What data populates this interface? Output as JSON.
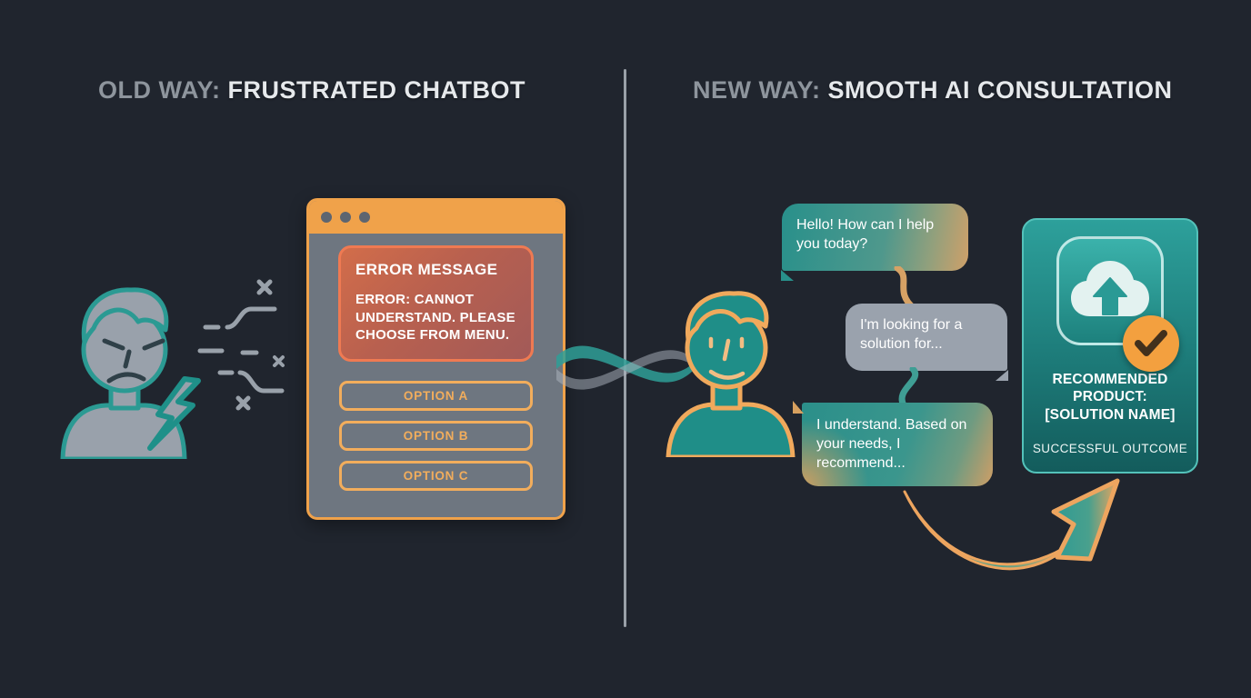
{
  "left_panel": {
    "title_prefix": "OLD WAY:",
    "title_main": " FRUSTRATED CHATBOT",
    "chat_window": {
      "error_box": {
        "heading": "ERROR MESSAGE",
        "body": "ERROR: CANNOT UNDERSTAND. PLEASE CHOOSE FROM MENU."
      },
      "options": [
        {
          "label": "OPTION A"
        },
        {
          "label": "OPTION B"
        },
        {
          "label": "OPTION C"
        }
      ]
    },
    "icons": [
      "frustrated-person-icon",
      "lightning-bolt-icon",
      "glitch-dashes-icon",
      "x-mark-icon"
    ]
  },
  "right_panel": {
    "title_prefix": "NEW WAY:",
    "title_main": " SMOOTH AI CONSULTATION",
    "bubbles": [
      {
        "speaker": "ai",
        "text": "Hello! How can I help you today?"
      },
      {
        "speaker": "user",
        "text": "I'm looking for a solution for..."
      },
      {
        "speaker": "ai",
        "text": "I understand. Based on your needs, I recommend..."
      }
    ],
    "outcome_card": {
      "product_label": "RECOMMENDED PRODUCT: [SOLUTION NAME]",
      "outcome_label": "SUCCESSFUL OUTCOME",
      "icons": [
        "cloud-upload-icon",
        "check-badge-icon"
      ]
    },
    "icons": [
      "happy-person-icon",
      "success-arrow-icon"
    ]
  },
  "colors": {
    "background": "#20252e",
    "title_muted": "#8e959d",
    "title_bright": "#e6e9ec",
    "orange_accent": "#f0a24a",
    "orange_light": "#f2ad5c",
    "error_border": "#ef7a52",
    "error_gradient_start": "#d26d4a",
    "error_gradient_end": "#a25a58",
    "teal_accent": "#28908b",
    "teal_dark": "#135c5c",
    "gray_bubble": "#9aa2ad",
    "window_body": "#6e7680",
    "badge_orange": "#f3a03f",
    "card_border": "#54c2ba",
    "divider": "#99a0a8"
  }
}
